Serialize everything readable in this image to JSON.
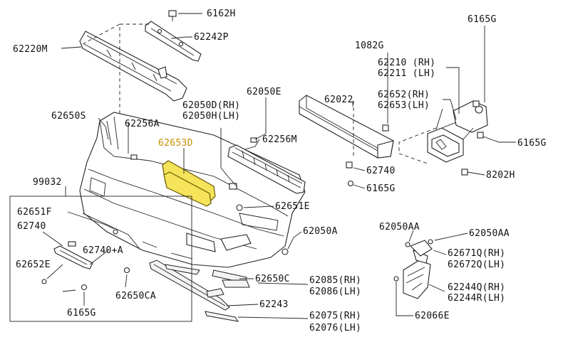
{
  "highlight_color": "#f5e35a",
  "labels": {
    "p6162H": "6162H",
    "p62242P": "62242P",
    "p62220M": "62220M",
    "p1082G": "1082G",
    "p6165G_top": "6165G",
    "p62210": "62210 (RH)",
    "p62211": "62211 (LH)",
    "p62050E": "62050E",
    "p62022": "62022",
    "p62652": "62652(RH)",
    "p62653": "62653(LH)",
    "p62650S": "62650S",
    "p62050D": "62050D(RH)",
    "p62050H": "62050H(LH)",
    "p62256A": "62256A",
    "p62653D": "62653D",
    "p62256M": "62256M",
    "p6165G_right": "6165G",
    "p99032": "99032",
    "p62740_mid": "62740",
    "p8202H": "8202H",
    "p6165G_mid": "6165G",
    "p62651E": "62651E",
    "p62651F": "62651F",
    "p62740_left": "62740",
    "p62050A": "62050A",
    "p62050AA_1": "62050AA",
    "p62050AA_2": "62050AA",
    "p62740A": "62740+A",
    "p62671Q": "62671Q(RH)",
    "p62672Q": "62672Q(LH)",
    "p62652E": "62652E",
    "p62650C": "62650C",
    "p62085": "62085(RH)",
    "p62086": "62086(LH)",
    "p62244Q": "62244Q(RH)",
    "p62244R": "62244R(LH)",
    "p62650CA": "62650CA",
    "p62243": "62243",
    "p6165G_bottom": "6165G",
    "p62066E": "62066E",
    "p62075": "62075(RH)",
    "p62076": "62076(LH)"
  }
}
